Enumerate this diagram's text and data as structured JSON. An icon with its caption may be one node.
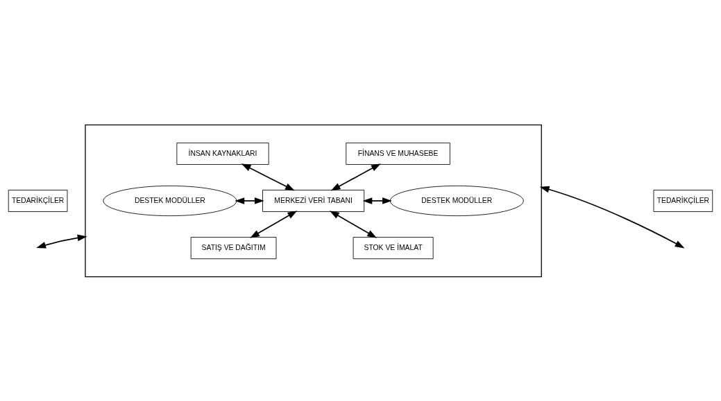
{
  "diagram": {
    "nodes": [
      {
        "text": [],
        "shape": "box"
      },
      {
        "text": [
          "İNSAN KAYNAKLARI"
        ],
        "in": 0
      },
      {
        "text": [
          "FİNANS VE MUHASEBE"
        ],
        "in": 0
      },
      {
        "text": [
          "DESTEK MODÜLLER"
        ],
        "in": 0
      },
      {
        "text": [
          "MERKEZİ VERİ TABANI"
        ],
        "in": 0
      },
      {
        "text": [
          "DESTEK MODÜLLER"
        ],
        "in": 0
      },
      {
        "text": [
          "SATIŞ VE DAĞITIM"
        ],
        "in": 0
      },
      {
        "text": [
          "STOK VE İMALAT"
        ],
        "in": 0
      },
      {
        "text": [
          "TEDARİKÇİLER"
        ]
      },
      {
        "text": [
          "TEDARİKÇİLER"
        ]
      }
    ],
    "edges": [
      {
        "from": 1,
        "to": 4,
        "arrow": "both"
      },
      {
        "from": 2,
        "to": 4,
        "arrow": "both"
      },
      {
        "from": 3,
        "to": 4,
        "arrow": "both"
      },
      {
        "from": 4,
        "to": 5,
        "arrow": "both"
      },
      {
        "from": 4,
        "to": 6,
        "arrow": "both"
      },
      {
        "from": 4,
        "to": 7,
        "arrow": "both"
      },
      {
        "from": null,
        "to": 0,
        "arrow": "both"
      },
      {
        "from": 0,
        "to": null,
        "arrow": "both"
      }
    ]
  }
}
